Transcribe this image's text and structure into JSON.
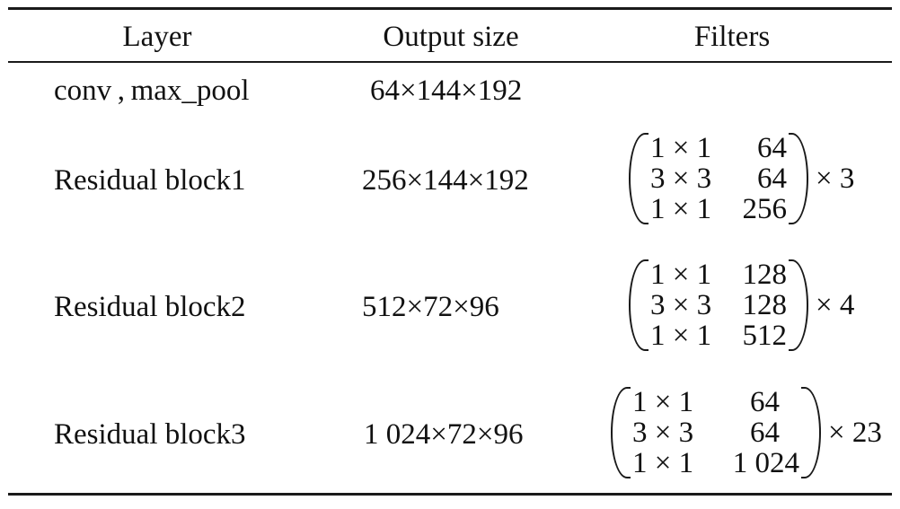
{
  "table": {
    "headers": [
      "Layer",
      "Output size",
      "Filters"
    ],
    "rows": [
      {
        "layer": "conv , max_pool",
        "output": "64×144×192",
        "filters": null
      },
      {
        "layer": "Residual block1",
        "output": "256×144×192",
        "filters": {
          "rows": [
            {
              "kernel": "1 × 1",
              "channels": "64"
            },
            {
              "kernel": "3 × 3",
              "channels": "64"
            },
            {
              "kernel": "1 × 1",
              "channels": "256"
            }
          ],
          "repeat": "× 3"
        }
      },
      {
        "layer": "Residual block2",
        "output": "512×72×96",
        "filters": {
          "rows": [
            {
              "kernel": "1 × 1",
              "channels": "128"
            },
            {
              "kernel": "3 × 3",
              "channels": "128"
            },
            {
              "kernel": "1 × 1",
              "channels": "512"
            }
          ],
          "repeat": "× 4"
        }
      },
      {
        "layer": "Residual block3",
        "output": "1 024×72×96",
        "filters": {
          "rows": [
            {
              "kernel": "1 × 1",
              "channels": "64"
            },
            {
              "kernel": "3 × 3",
              "channels": "64"
            },
            {
              "kernel": "1 × 1",
              "channels": "1 024"
            }
          ],
          "repeat": "× 23"
        }
      }
    ]
  }
}
